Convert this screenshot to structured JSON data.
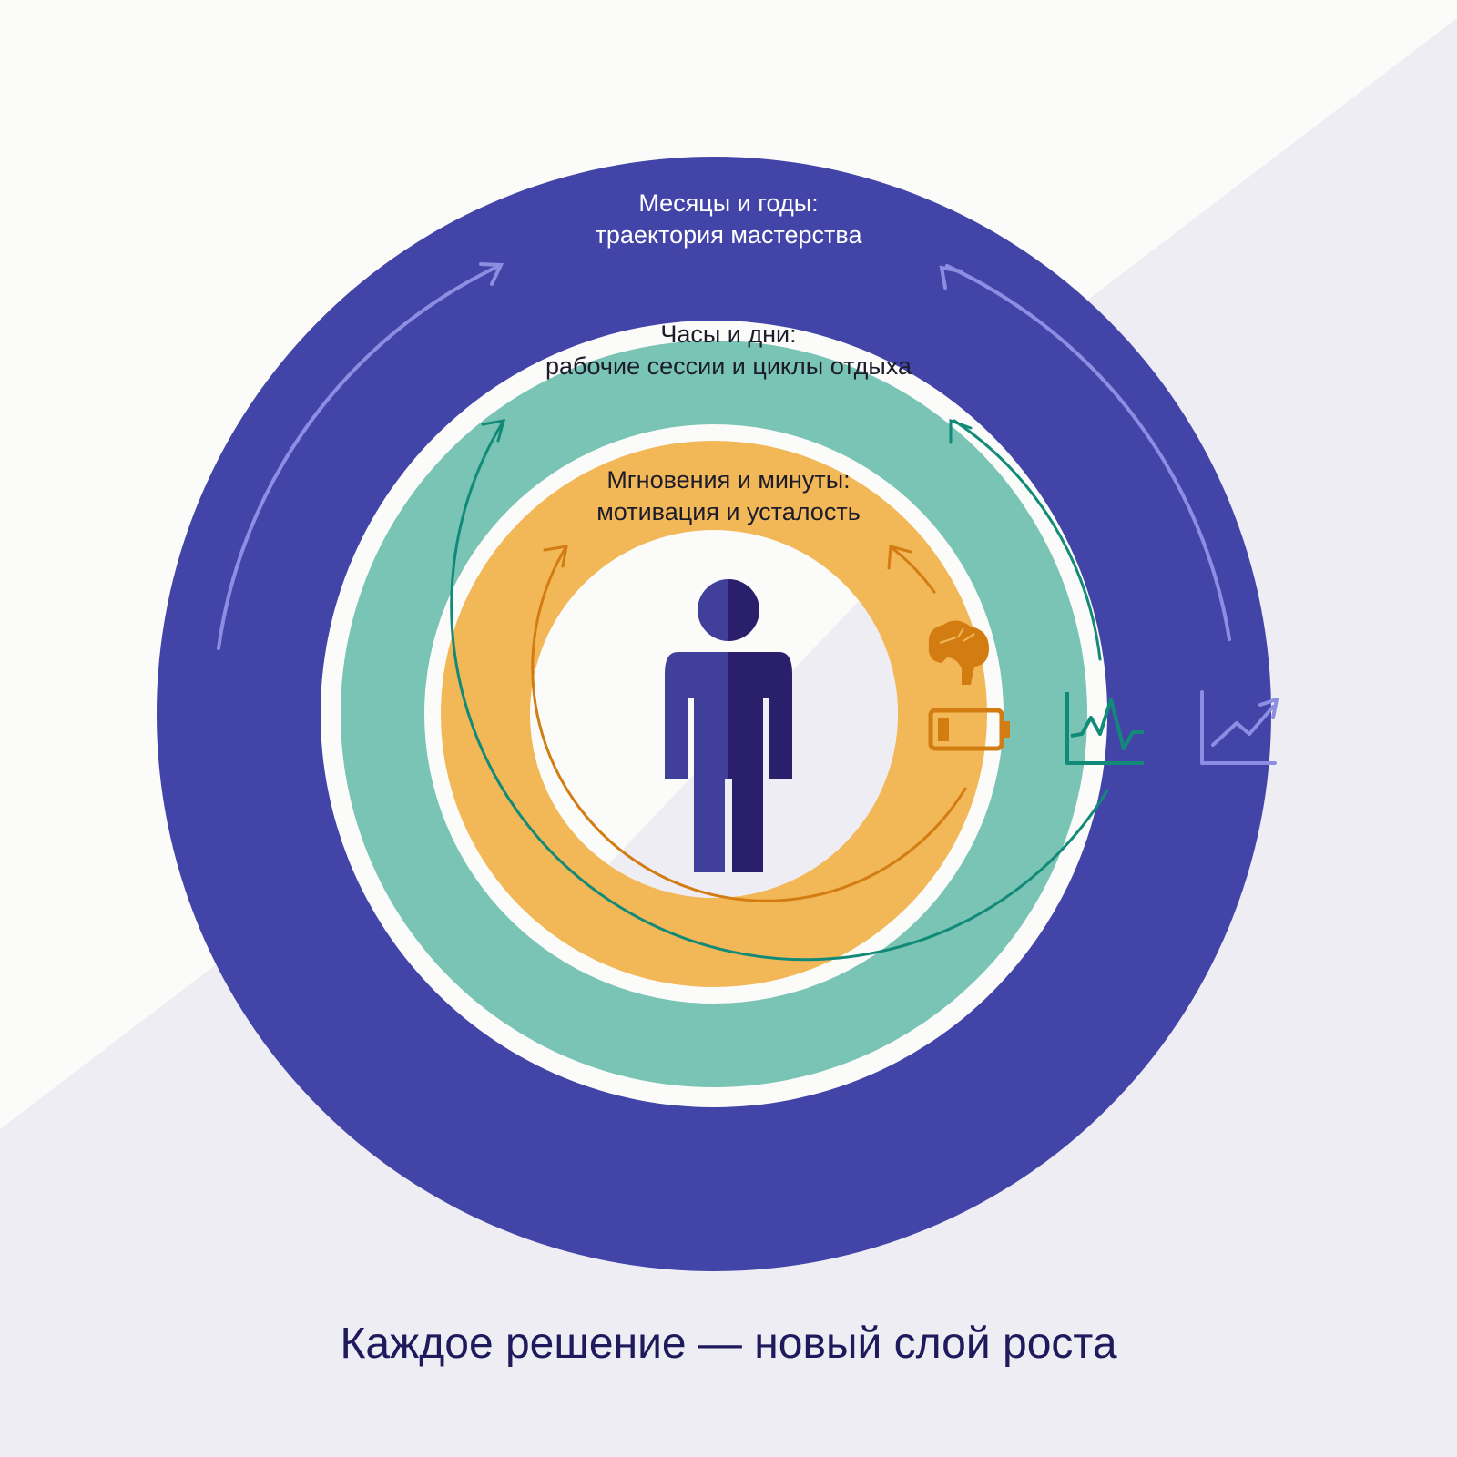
{
  "colors": {
    "background": "#fbfbfa",
    "background_diagonal": "#eeedf4",
    "outer_ring": "#4344a8",
    "outer_arrow": "#8c8de3",
    "middle_ring": "#79c4b5",
    "middle_arrow": "#128a78",
    "inner_ring": "#f2b757",
    "inner_arrow": "#d27c12",
    "center_disc": "#fbfbfa",
    "person_light": "#40409a",
    "person_dark": "#2a1f6b",
    "footer_text": "#1e1a5c"
  },
  "rings": {
    "outer": {
      "title": "Месяцы и годы:",
      "subtitle": "траектория мастерства",
      "icon": "growth-chart-icon"
    },
    "middle": {
      "title": "Часы и дни:",
      "subtitle": "рабочие сессии и циклы отдыха",
      "icon": "pulse-chart-icon"
    },
    "inner": {
      "title": "Мгновения и минуты:",
      "subtitle": "мотивация и усталость",
      "icons": [
        "brain-icon",
        "low-battery-icon"
      ]
    }
  },
  "center": {
    "icon": "person-icon"
  },
  "footer": {
    "caption": "Каждое решение — новый слой роста"
  }
}
